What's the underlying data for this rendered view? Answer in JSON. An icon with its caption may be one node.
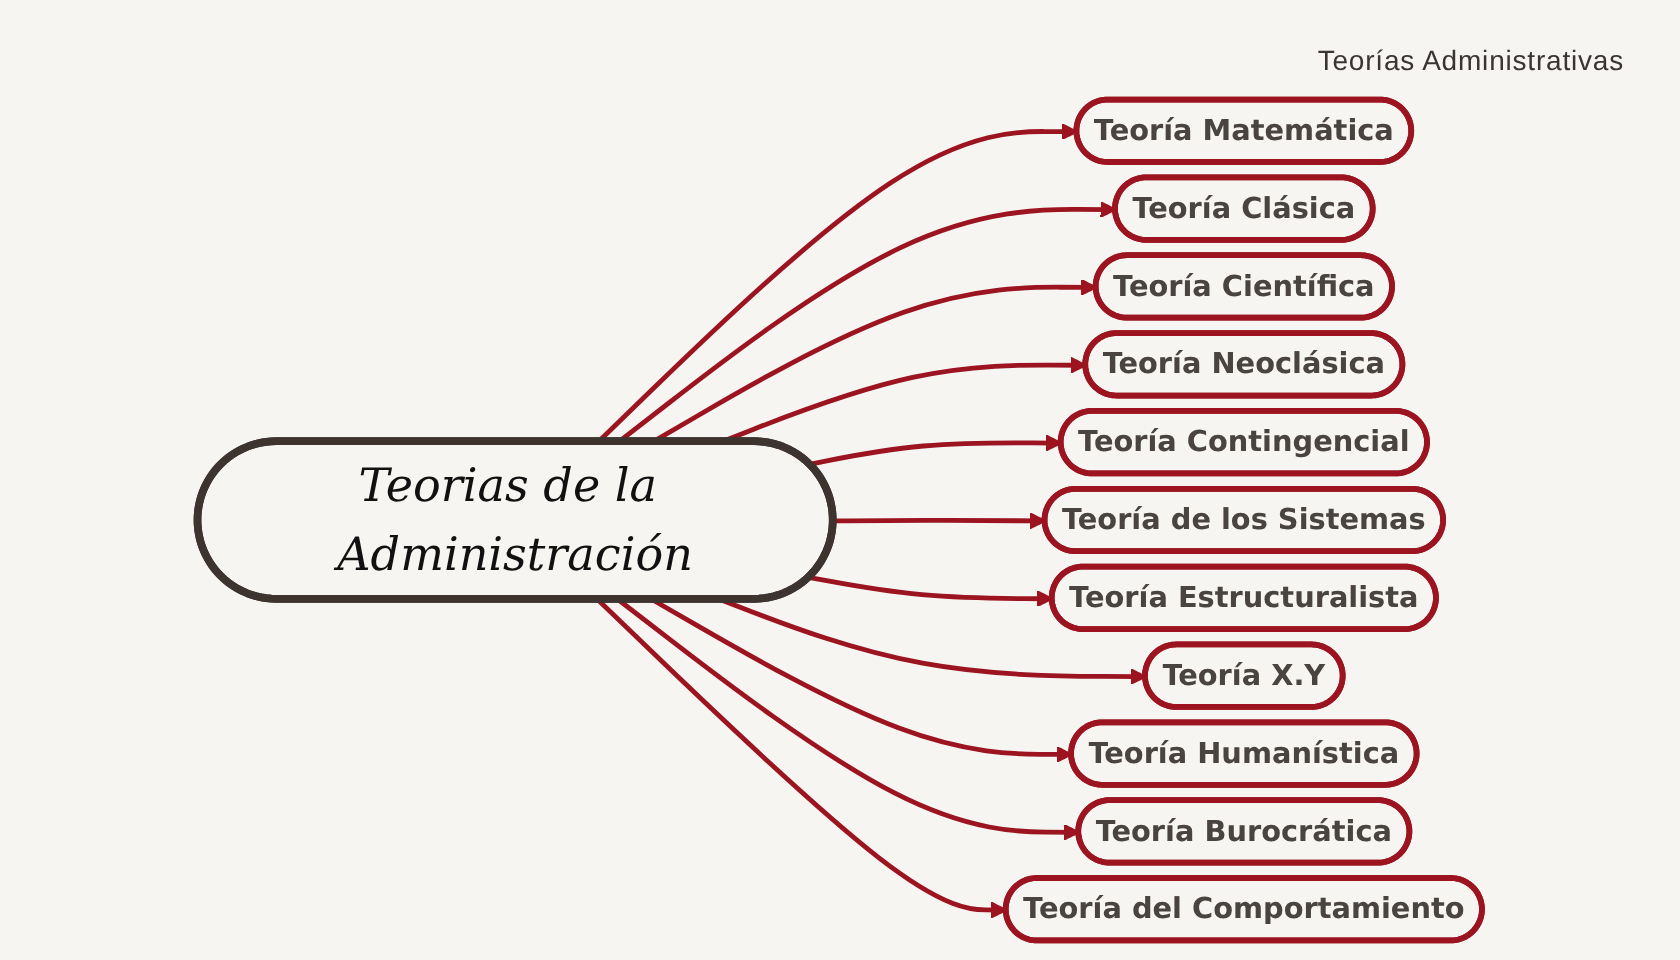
{
  "diagram": {
    "title": "Teorías Administrativas",
    "nodes": [
      {
        "text": [
          "Teorias de la Administración"
        ]
      },
      {
        "text": [
          "Teoría Matemática"
        ]
      },
      {
        "text": [
          "Teoría Clásica"
        ]
      },
      {
        "text": [
          "Teoría Científica"
        ]
      },
      {
        "text": [
          "Teoría Neoclásica"
        ]
      },
      {
        "text": [
          "Teoría Contingencial"
        ]
      },
      {
        "text": [
          "Teoría de los Sistemas"
        ]
      },
      {
        "text": [
          "Teoría Estructuralista"
        ]
      },
      {
        "text": [
          "Teoría X.Y"
        ]
      },
      {
        "text": [
          "Teoría Humanística"
        ]
      },
      {
        "text": [
          "Teoría Burocrática"
        ]
      },
      {
        "text": [
          "Teoría del Comportamiento"
        ]
      }
    ],
    "edges": [
      {
        "from": 0,
        "to": 1,
        "arrow": "to"
      },
      {
        "from": 0,
        "to": 2,
        "arrow": "to"
      },
      {
        "from": 0,
        "to": 3,
        "arrow": "to"
      },
      {
        "from": 0,
        "to": 4,
        "arrow": "to"
      },
      {
        "from": 0,
        "to": 5,
        "arrow": "to"
      },
      {
        "from": 0,
        "to": 6,
        "arrow": "to"
      },
      {
        "from": 0,
        "to": 7,
        "arrow": "to"
      },
      {
        "from": 0,
        "to": 8,
        "arrow": "to"
      },
      {
        "from": 0,
        "to": 9,
        "arrow": "to"
      },
      {
        "from": 0,
        "to": 10,
        "arrow": "to"
      },
      {
        "from": 0,
        "to": 11,
        "arrow": "to"
      }
    ]
  }
}
